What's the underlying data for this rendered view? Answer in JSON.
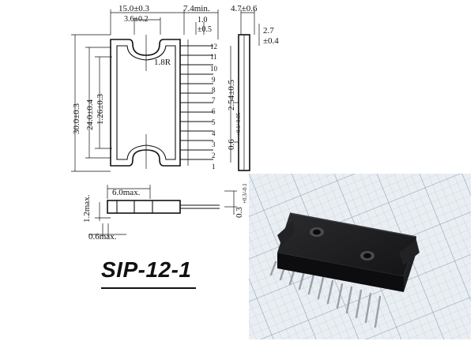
{
  "package_name": "SIP-12-1",
  "dimensions": {
    "body_width": "15.0±0.3",
    "hole_spacing": "3.6±0.2",
    "lead_length": "7.4min.",
    "lead_pitch_offset": "1.0",
    "lead_pitch_tol": "±0.5",
    "thickness": "4.7±0.6",
    "standoff": "2.7",
    "standoff_tol": "±0.4",
    "total_height": "30.0±0.3",
    "body_height": "24.0±0.4",
    "pin_pitch_vert": "1.26±0.3",
    "pitch": "2.54±0.5",
    "pin_width": "0.6",
    "pin_width_tol": "+0.1/-0.05",
    "corner_radius": "1.8R",
    "bottom_width": "6.0max.",
    "lead_offset": "1.2max.",
    "lead_thick": "0.6max.",
    "lead_thickness_side": "0.3",
    "lead_thickness_tol": "+0.3/-0.1"
  },
  "pins": [
    "1",
    "2",
    "3",
    "4",
    "5",
    "6",
    "7",
    "8",
    "9",
    "10",
    "11",
    "12"
  ],
  "colors": {
    "ink": "#111111",
    "grid": "#b9c4d0",
    "paper": "#e9eef3",
    "chip": "#1b1b1d"
  }
}
